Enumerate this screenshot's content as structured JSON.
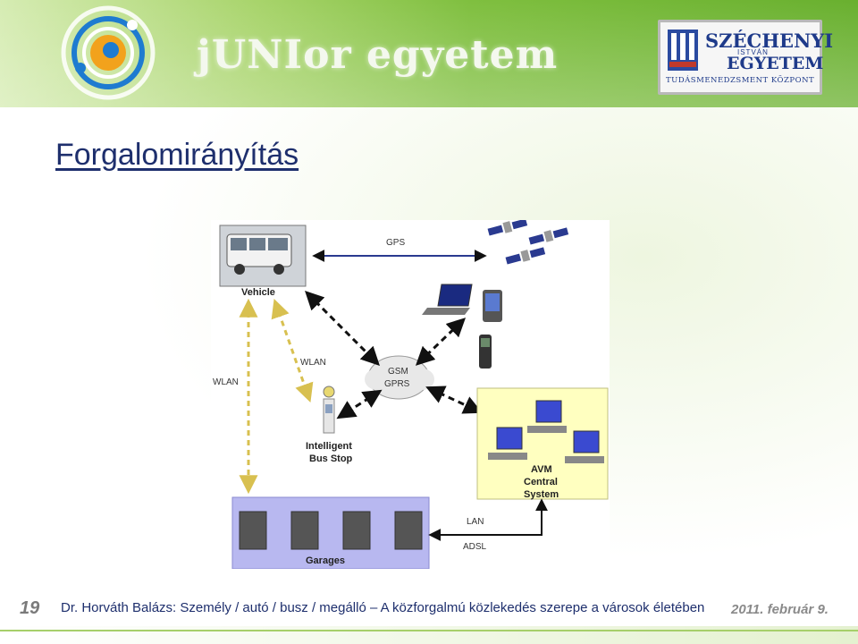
{
  "header": {
    "brand": "jUNIor egyetem",
    "university": {
      "line1": "SZÉCHENYI",
      "line2": "ISTVÁN",
      "line3": "EGYETEM",
      "subtitle": "TUDÁSMENEDZSMENT KÖZPONT"
    }
  },
  "slide": {
    "title": "Forgalomirányítás"
  },
  "diagram": {
    "labels": {
      "gps": "GPS",
      "vehicle": "Vehicle",
      "wlan_left": "WLAN",
      "wlan_right": "WLAN",
      "gsm": "GSM",
      "gprs": "GPRS",
      "bus_stop_l1": "Intelligent",
      "bus_stop_l2": "Bus Stop",
      "avm_l1": "AVM",
      "avm_l2": "Central",
      "avm_l3": "System",
      "lan": "LAN",
      "adsl": "ADSL",
      "garages": "Garages"
    }
  },
  "footer": {
    "slide_number": "19",
    "text": "Dr. Horváth Balázs: Személy / autó / busz / megálló – A közforgalmú közlekedés szerepe a városok életében",
    "date": "2011. február 9."
  },
  "colors": {
    "header_green": "#69b02f",
    "title_blue": "#1e2f6d",
    "avm_yellow": "#ffffc0",
    "garage_blue": "#b8b8f0"
  }
}
